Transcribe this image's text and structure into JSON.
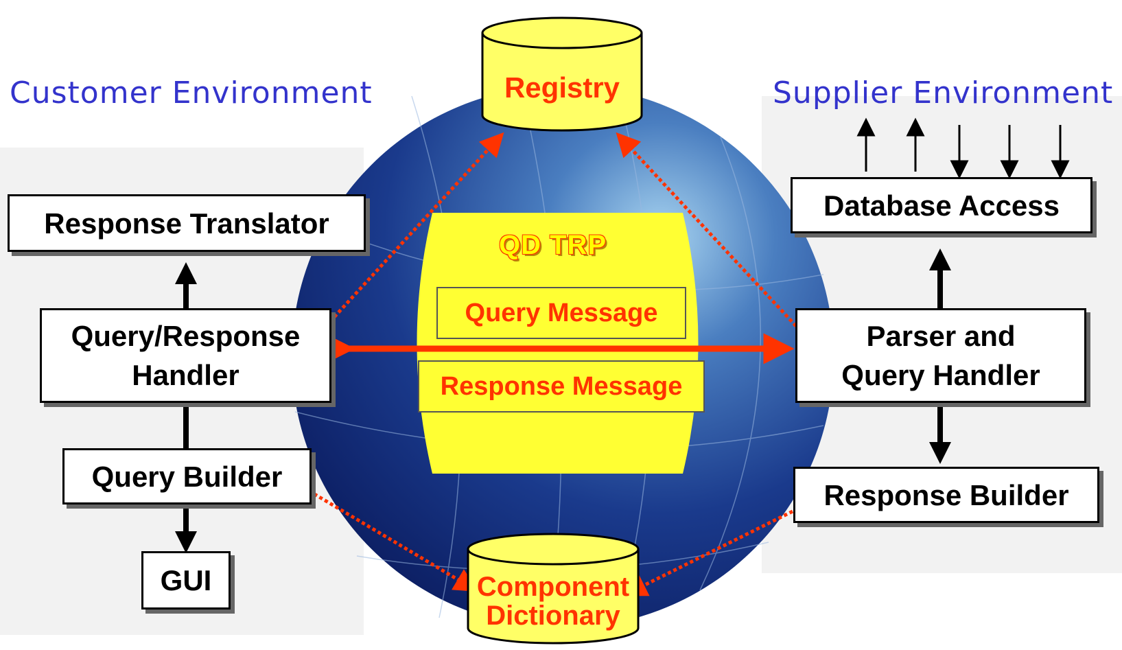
{
  "environments": {
    "customer": "Customer Environment",
    "supplier": "Supplier Environment"
  },
  "center": {
    "title": "QD TRP",
    "query_message": "Query Message",
    "response_message": "Response Message"
  },
  "databases": {
    "registry": "Registry",
    "component_dictionary_line1": "Component",
    "component_dictionary_line2": "Dictionary"
  },
  "customer_boxes": {
    "response_translator": "Response Translator",
    "handler_line1": "Query/Response",
    "handler_line2": "Handler",
    "query_builder": "Query Builder",
    "gui": "GUI"
  },
  "supplier_boxes": {
    "database_access": "Database Access",
    "parser_line1": "Parser and",
    "parser_line2": "Query Handler",
    "response_builder": "Response Builder"
  },
  "colors": {
    "globe_dark": "#0a1a5c",
    "globe_light": "#a8d4f0",
    "center_fill": "#ffff33",
    "accent_red": "#ff3300",
    "env_text": "#3333cc",
    "db_fill": "#ffff66"
  }
}
